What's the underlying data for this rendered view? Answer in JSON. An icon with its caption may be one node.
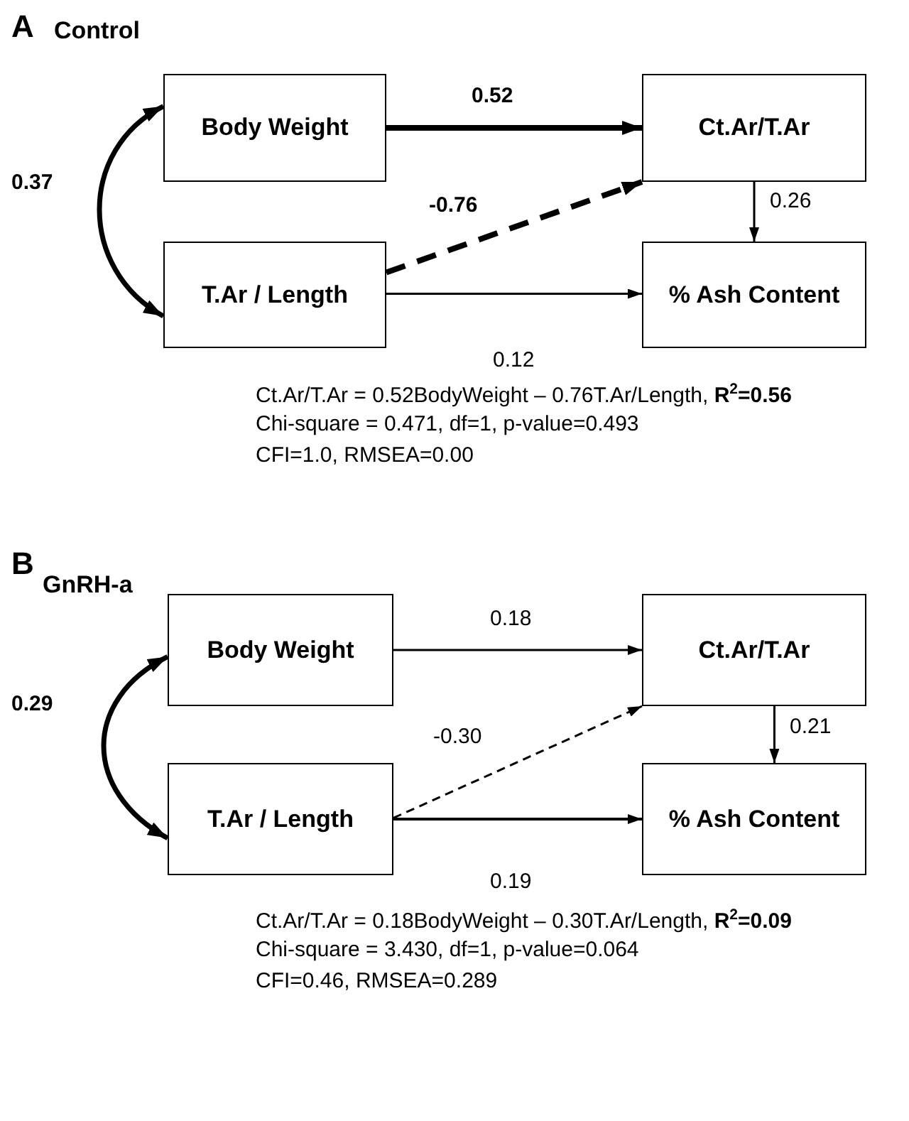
{
  "diagram": {
    "nodes": [
      {
        "text": [
          "Body Weight"
        ]
      },
      {
        "text": [
          "Ct.Ar/T.Ar"
        ]
      },
      {
        "text": [
          "T.Ar / Length"
        ]
      },
      {
        "text": [
          "% Ash Content"
        ]
      },
      {
        "text": [
          "Body Weight"
        ]
      },
      {
        "text": [
          "Ct.Ar/T.Ar"
        ]
      },
      {
        "text": [
          "T.Ar / Length"
        ]
      },
      {
        "text": [
          "% Ash Content"
        ]
      }
    ],
    "edges": [
      {
        "from": 0,
        "to": 1,
        "arrow": "to",
        "label": "0.52",
        "style": "thick"
      },
      {
        "from": 2,
        "to": 1,
        "arrow": "to",
        "label": "-0.76",
        "style": "dashed"
      },
      {
        "from": 1,
        "to": 3,
        "arrow": "to",
        "label": "0.26"
      },
      {
        "from": 2,
        "to": 3,
        "arrow": "to",
        "label": "0.12"
      },
      {
        "from": 0,
        "to": 2,
        "arrow": "both",
        "label": "0.37",
        "style": "thick"
      },
      {
        "from": 4,
        "to": 5,
        "arrow": "to",
        "label": "0.18"
      },
      {
        "from": 6,
        "to": 5,
        "arrow": "to",
        "label": "-0.30",
        "style": "dashed"
      },
      {
        "from": 5,
        "to": 7,
        "arrow": "to",
        "label": "0.21"
      },
      {
        "from": 6,
        "to": 7,
        "arrow": "to",
        "label": "0.19"
      },
      {
        "from": 4,
        "to": 6,
        "arrow": "both",
        "label": "0.29",
        "style": "thick"
      }
    ],
    "labels": [
      "A",
      "Control",
      "Ct.Ar/T.Ar = 0.52BodyWeight – 0.76T.Ar/Length, **R**$^{2}$**=0.56**",
      "Chi-square = 0.471, df=1, p-value=0.493",
      "CFI=1.0, RMSEA=0.00",
      "B",
      "GnRH-a",
      "Ct.Ar/T.Ar = 0.18BodyWeight – 0.30T.Ar/Length, **R**$^{2}$**=0.09**",
      "Chi-square = 3.430, df=1, p-value=0.064",
      "CFI=0.46, RMSEA=0.289"
    ]
  }
}
